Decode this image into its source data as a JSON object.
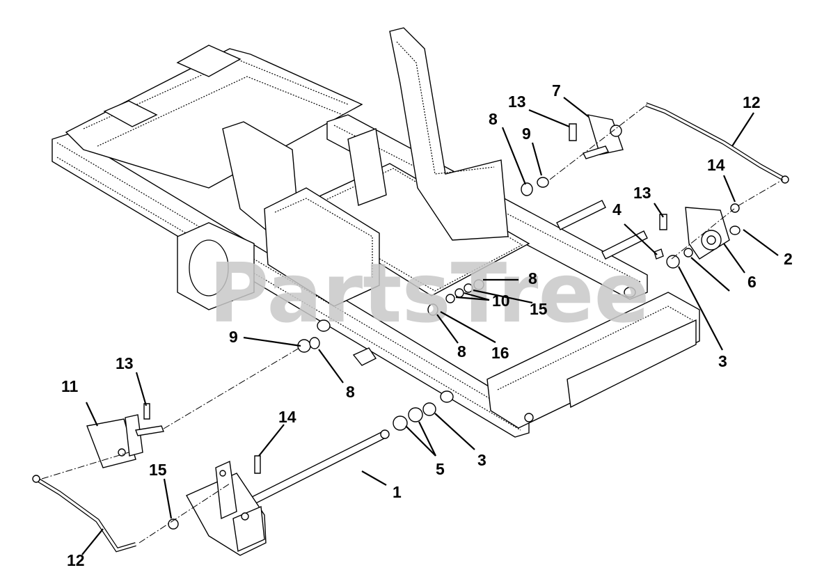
{
  "watermark": "PartsTree",
  "callouts": [
    {
      "id": "c1",
      "text": "1"
    },
    {
      "id": "c2",
      "text": "2"
    },
    {
      "id": "c3a",
      "text": "3"
    },
    {
      "id": "c3b",
      "text": "3"
    },
    {
      "id": "c4",
      "text": "4"
    },
    {
      "id": "c5",
      "text": "5"
    },
    {
      "id": "c6",
      "text": "6"
    },
    {
      "id": "c7",
      "text": "7"
    },
    {
      "id": "c8a",
      "text": "8"
    },
    {
      "id": "c8b",
      "text": "8"
    },
    {
      "id": "c8c",
      "text": "8"
    },
    {
      "id": "c8d",
      "text": "8"
    },
    {
      "id": "c9a",
      "text": "9"
    },
    {
      "id": "c9b",
      "text": "9"
    },
    {
      "id": "c10",
      "text": "10"
    },
    {
      "id": "c11",
      "text": "11"
    },
    {
      "id": "c12a",
      "text": "12"
    },
    {
      "id": "c12b",
      "text": "12"
    },
    {
      "id": "c13a",
      "text": "13"
    },
    {
      "id": "c13b",
      "text": "13"
    },
    {
      "id": "c13c",
      "text": "13"
    },
    {
      "id": "c14a",
      "text": "14"
    },
    {
      "id": "c14b",
      "text": "14"
    },
    {
      "id": "c15a",
      "text": "15"
    },
    {
      "id": "c15b",
      "text": "15"
    },
    {
      "id": "c16",
      "text": "16"
    }
  ]
}
